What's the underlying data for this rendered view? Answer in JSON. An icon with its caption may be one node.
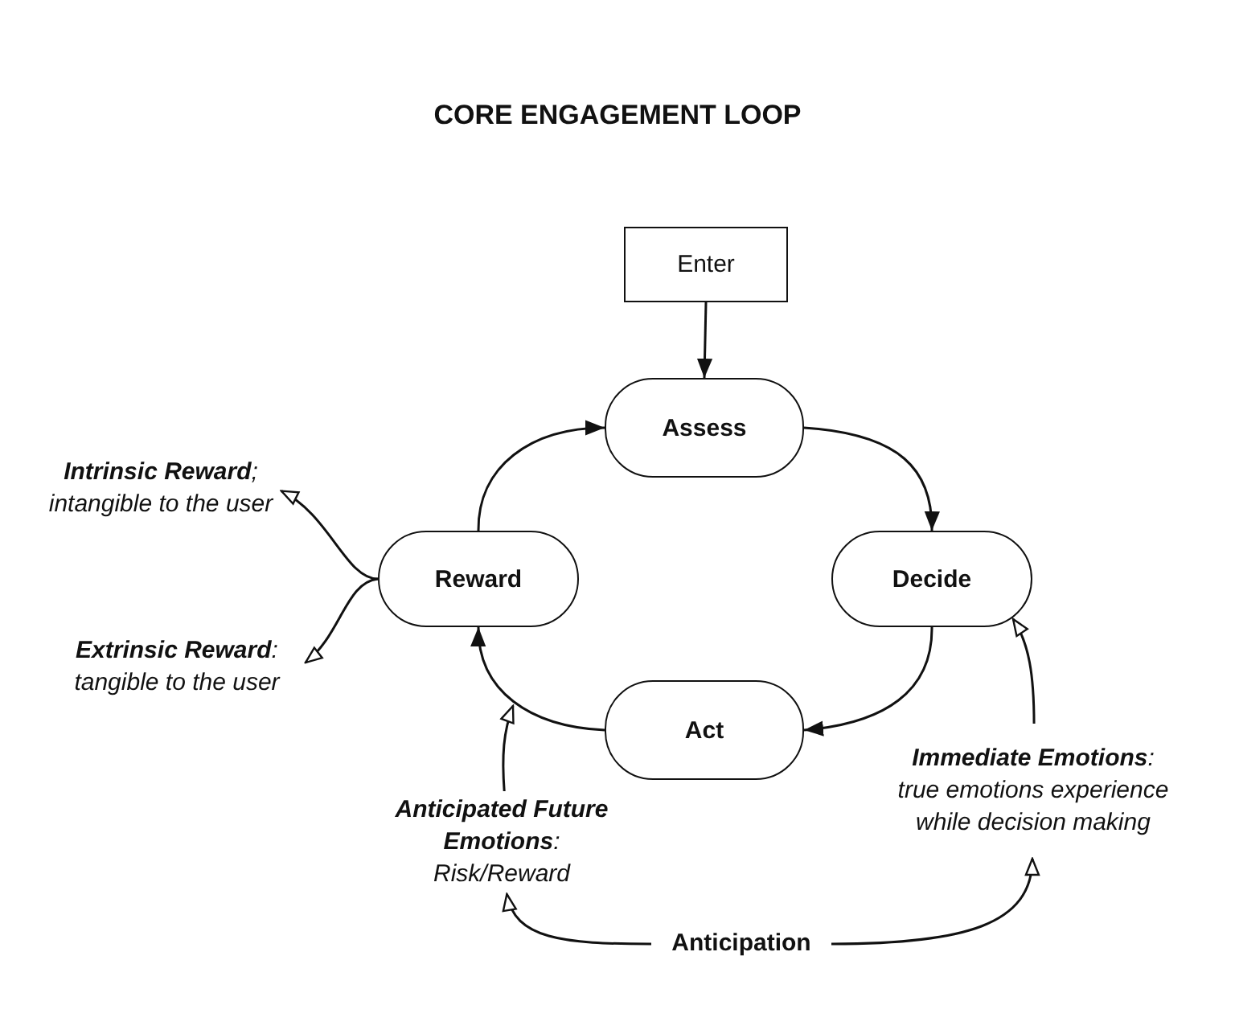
{
  "diagram": {
    "title": "CORE ENGAGEMENT LOOP",
    "nodes": [
      {
        "text": [
          "Enter"
        ]
      },
      {
        "text": [
          "Assess"
        ]
      },
      {
        "text": [
          "Reward"
        ]
      },
      {
        "text": [
          "Decide"
        ]
      },
      {
        "text": [
          "Act"
        ]
      },
      {
        "text": [
          "**Intrinsic Reward**; intangible to the user"
        ]
      },
      {
        "text": [
          "**Extrinsic Reward**: tangible to the user"
        ]
      },
      {
        "text": [
          "**Anticipated Future Emotions**: Risk/Reward"
        ]
      },
      {
        "text": [
          "**Immediate Emotions**: true emotions experience while decision making"
        ]
      },
      {
        "text": [
          "Anticipation"
        ]
      }
    ],
    "edges": [
      {
        "from": 0,
        "to": 1,
        "arrow": "to"
      },
      {
        "from": 1,
        "to": 3,
        "arrow": "to"
      },
      {
        "from": 3,
        "to": 4,
        "arrow": "to"
      },
      {
        "from": 4,
        "to": 2,
        "arrow": "to"
      },
      {
        "from": 2,
        "to": 1,
        "arrow": "to"
      },
      {
        "from": 2,
        "to": 5,
        "arrow": "to"
      },
      {
        "from": 2,
        "to": 6,
        "arrow": "to"
      },
      {
        "from": 7,
        "to": null,
        "arrow": "to"
      },
      {
        "from": 8,
        "to": 3,
        "arrow": "to"
      },
      {
        "from": 9,
        "to": 7,
        "arrow": "to"
      },
      {
        "from": 9,
        "to": 8,
        "arrow": "to"
      }
    ]
  }
}
